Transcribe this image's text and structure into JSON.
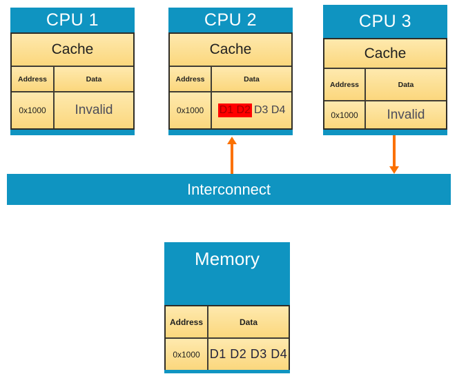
{
  "slide": {
    "cpus": [
      {
        "title": "CPU 1",
        "cache_label": "Cache",
        "address_header": "Address",
        "data_header": "Data",
        "address_value": "0x1000",
        "data_value": "Invalid"
      },
      {
        "title": "CPU 2",
        "cache_label": "Cache",
        "address_header": "Address",
        "data_header": "Data",
        "address_value": "0x1000",
        "data_value_highlighted": "D1 D2",
        "data_value_rest": "D3 D4"
      },
      {
        "title": "CPU 3",
        "cache_label": "Cache",
        "address_header": "Address",
        "data_header": "Data",
        "address_value": "0x1000",
        "data_value": "Invalid"
      }
    ],
    "interconnect": {
      "label": "Interconnect"
    },
    "memory": {
      "title": "Memory",
      "address_header": "Address",
      "data_header": "Data",
      "address_value": "0x1000",
      "data_value": "D1 D2 D3 D4"
    },
    "colors": {
      "box_blue": "#0F94C1",
      "cell_tan_top": "#FEE9AE",
      "cell_tan_bottom": "#FBD77D",
      "connector_orange": "#FB7100",
      "highlight_red": "#FF0000",
      "highlight_text_red": "#A40000"
    }
  }
}
